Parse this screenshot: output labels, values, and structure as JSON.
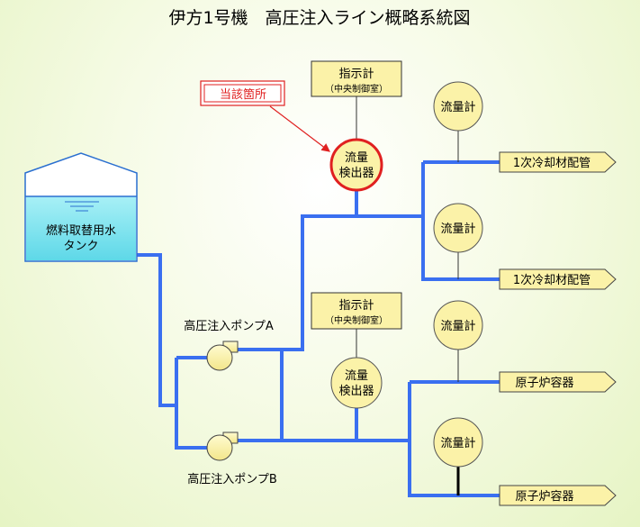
{
  "title": "伊方1号機　高圧注入ライン概略系統図",
  "tank": {
    "line1": "燃料取替用水",
    "line2": "タンク"
  },
  "callout": {
    "text": "当該箇所"
  },
  "indicators": [
    {
      "title": "指示計",
      "sub": "（中央制御室）"
    },
    {
      "title": "指示計",
      "sub": "（中央制御室）"
    }
  ],
  "detectors": [
    {
      "line1": "流量",
      "line2": "検出器"
    },
    {
      "line1": "流量",
      "line2": "検出器"
    }
  ],
  "flow_meters": [
    "流量計",
    "流量計",
    "流量計",
    "流量計"
  ],
  "pumps": {
    "a": "高圧注入ポンプA",
    "b": "高圧注入ポンプB"
  },
  "destinations": [
    "1次冷却材配管",
    "1次冷却材配管",
    "原子炉容器",
    "原子炉容器"
  ],
  "colors": {
    "pipe": "#3a6ff0",
    "component_fill": "#fbf2a8",
    "highlight": "#e02020",
    "tank_water": "#7ee6f0"
  }
}
